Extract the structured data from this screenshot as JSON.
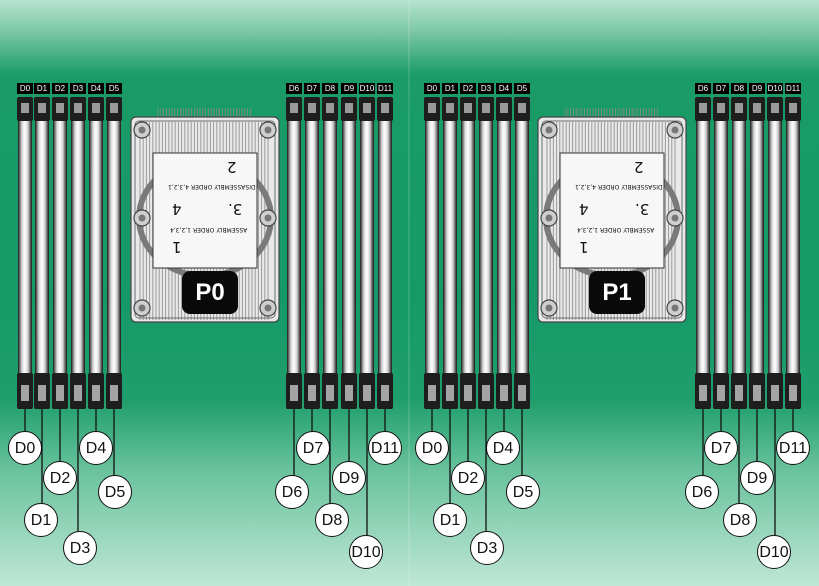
{
  "processors": [
    {
      "label": "P0",
      "heatsink_marks": {
        "n1": "1",
        "n2": "2",
        "n3": "3.",
        "n4": "4",
        "assembly": "ASSEMBLY ORDER 1,2,3,4",
        "disassembly": "DISASSEMBLY ORDER 4,3,2,1"
      },
      "slot_tags": [
        "D0",
        "D1",
        "D2",
        "D3",
        "D4",
        "D5",
        "D6",
        "D7",
        "D8",
        "D9",
        "D10",
        "D11"
      ],
      "callouts": [
        "D0",
        "D1",
        "D2",
        "D3",
        "D4",
        "D5",
        "D6",
        "D7",
        "D8",
        "D9",
        "D10",
        "D11"
      ]
    },
    {
      "label": "P1",
      "heatsink_marks": {
        "n1": "1",
        "n2": "2",
        "n3": "3.",
        "n4": "4",
        "assembly": "ASSEMBLY ORDER 1,2,3,4",
        "disassembly": "DISASSEMBLY ORDER 4,3,2,1"
      },
      "slot_tags": [
        "D0",
        "D1",
        "D2",
        "D3",
        "D4",
        "D5",
        "D6",
        "D7",
        "D8",
        "D9",
        "D10",
        "D11"
      ],
      "callouts": [
        "D0",
        "D1",
        "D2",
        "D3",
        "D4",
        "D5",
        "D6",
        "D7",
        "D8",
        "D9",
        "D10",
        "D11"
      ]
    }
  ],
  "colors": {
    "board_green": "#159a67",
    "label_bg": "#000000",
    "callout_bg": "#ffffff"
  }
}
